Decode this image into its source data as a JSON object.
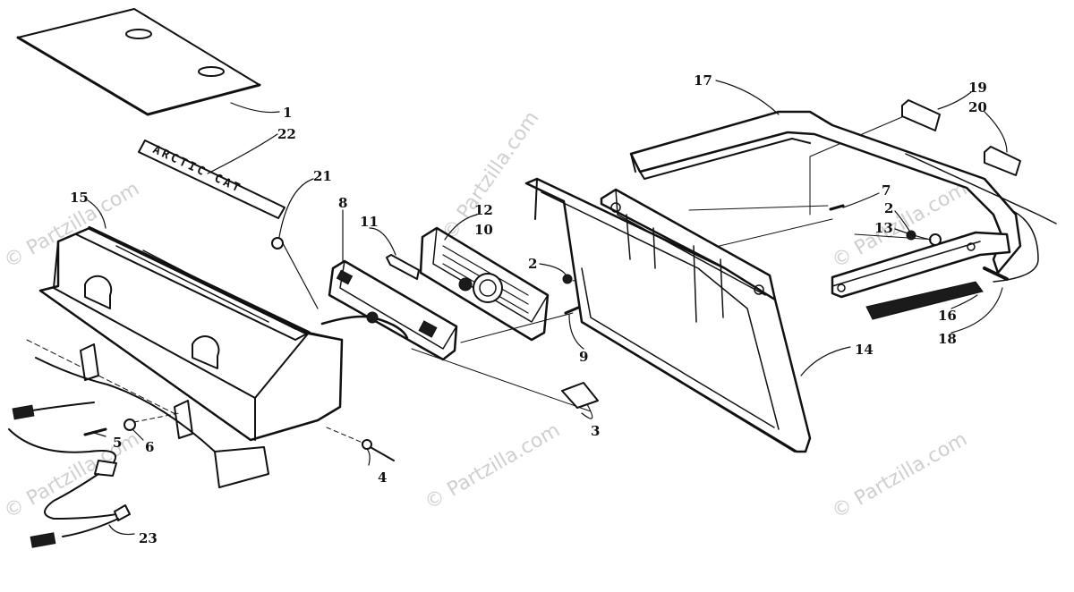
{
  "watermark": "© Partzilla.com",
  "callouts": {
    "c1": "1",
    "c2a": "2",
    "c2b": "2",
    "c3": "3",
    "c4": "4",
    "c5": "5",
    "c6": "6",
    "c7": "7",
    "c8": "8",
    "c9": "9",
    "c10": "10",
    "c11": "11",
    "c12": "12",
    "c13": "13",
    "c14": "14",
    "c15": "15",
    "c16": "16",
    "c17": "17",
    "c18": "18",
    "c19": "19",
    "c20": "20",
    "c21": "21",
    "c22": "22",
    "c23": "23"
  },
  "decal_text": "ARCTIC CAT"
}
